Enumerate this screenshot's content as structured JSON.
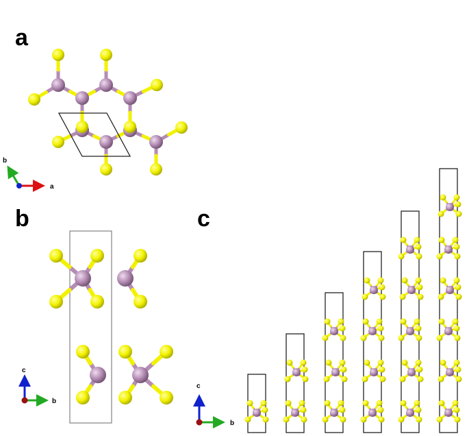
{
  "panels": {
    "a": {
      "label": "a",
      "axes": {
        "first": "b",
        "second": "a"
      }
    },
    "b": {
      "label": "b",
      "axes": {
        "first": "c",
        "second": "b"
      }
    },
    "c": {
      "label": "c",
      "axes": {
        "first": "c",
        "second": "b"
      }
    }
  },
  "colors": {
    "sulfur": "#f2f200",
    "metal": "#b48cb4",
    "axis_red": "#dd1111",
    "axis_green": "#22aa22",
    "axis_blue": "#1122cc"
  },
  "atom_types": {
    "sulfur": "sulfur-atom",
    "metal": "metal-atom"
  },
  "stack_layer_counts": [
    1,
    2,
    3,
    4,
    5,
    6
  ]
}
